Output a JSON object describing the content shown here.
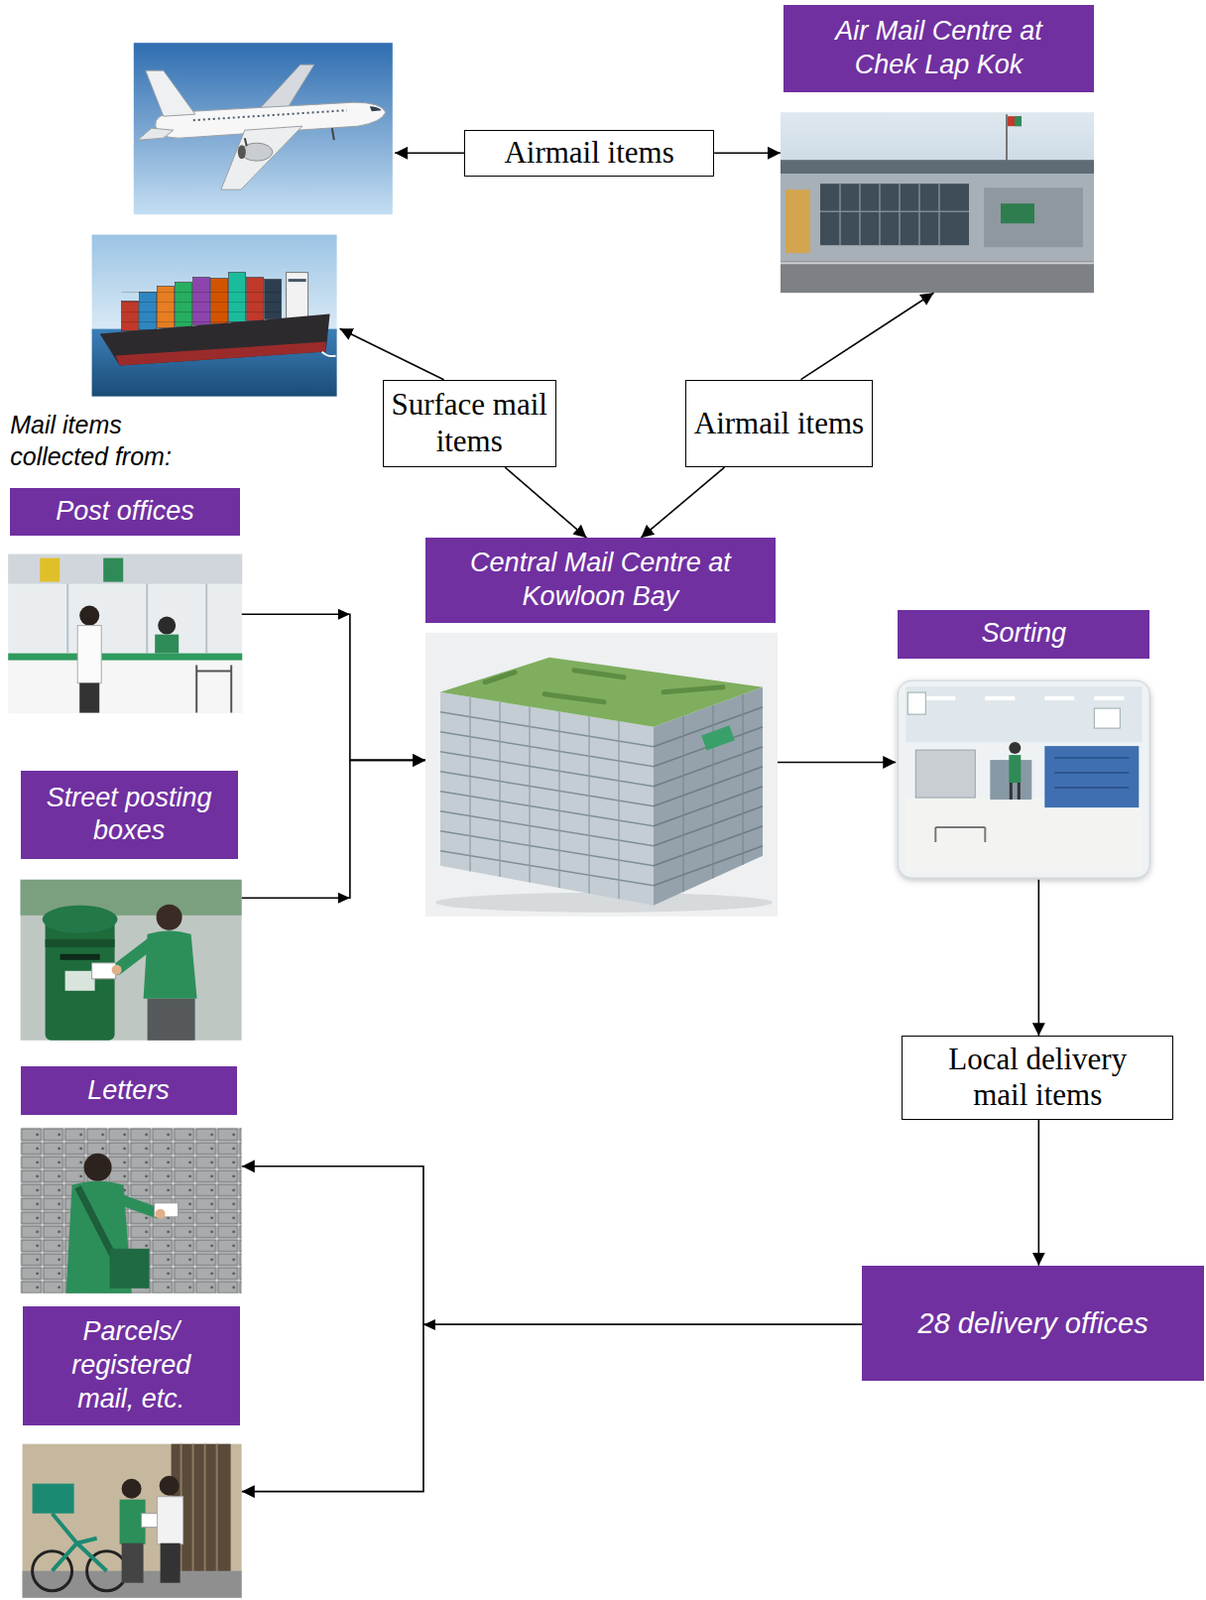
{
  "diagram": {
    "nodes": [
      {
        "text": [
          "Air Mail Centre at Chek Lap Kok"
        ]
      },
      {
        "text": [
          "Airmail items"
        ]
      },
      {
        "text": [
          "Surface mail items"
        ]
      },
      {
        "text": [
          "Airmail items"
        ]
      },
      {
        "text": [
          "Post offices"
        ]
      },
      {
        "text": [
          "Central Mail Centre at Kowloon Bay"
        ]
      },
      {
        "text": [
          "Sorting"
        ]
      },
      {
        "text": [
          "Street posting boxes"
        ]
      },
      {
        "text": [
          "Local delivery mail items"
        ]
      },
      {
        "text": [
          "Letters"
        ]
      },
      {
        "text": [
          "28 delivery offices"
        ]
      },
      {
        "text": [
          "Parcels/ registered mail, etc."
        ]
      }
    ],
    "edges": [
      {
        "from": 1,
        "to": 0,
        "arrow": "to"
      },
      {
        "from": 2,
        "to": 5,
        "arrow": "to"
      },
      {
        "from": 3,
        "to": 0,
        "arrow": "to"
      },
      {
        "from": 3,
        "to": 5,
        "arrow": "to"
      },
      {
        "from": 4,
        "to": 5,
        "arrow": "to"
      },
      {
        "from": 7,
        "to": 5,
        "arrow": "to"
      },
      {
        "from": 5,
        "to": 6,
        "arrow": "to"
      },
      {
        "from": 6,
        "to": 8,
        "arrow": "to"
      },
      {
        "from": 8,
        "to": 10,
        "arrow": "to"
      },
      {
        "from": 10,
        "to": 9,
        "arrow": "to"
      },
      {
        "from": 10,
        "to": 11,
        "arrow": "to"
      }
    ],
    "labels": [
      "Mail items collected from:"
    ]
  }
}
